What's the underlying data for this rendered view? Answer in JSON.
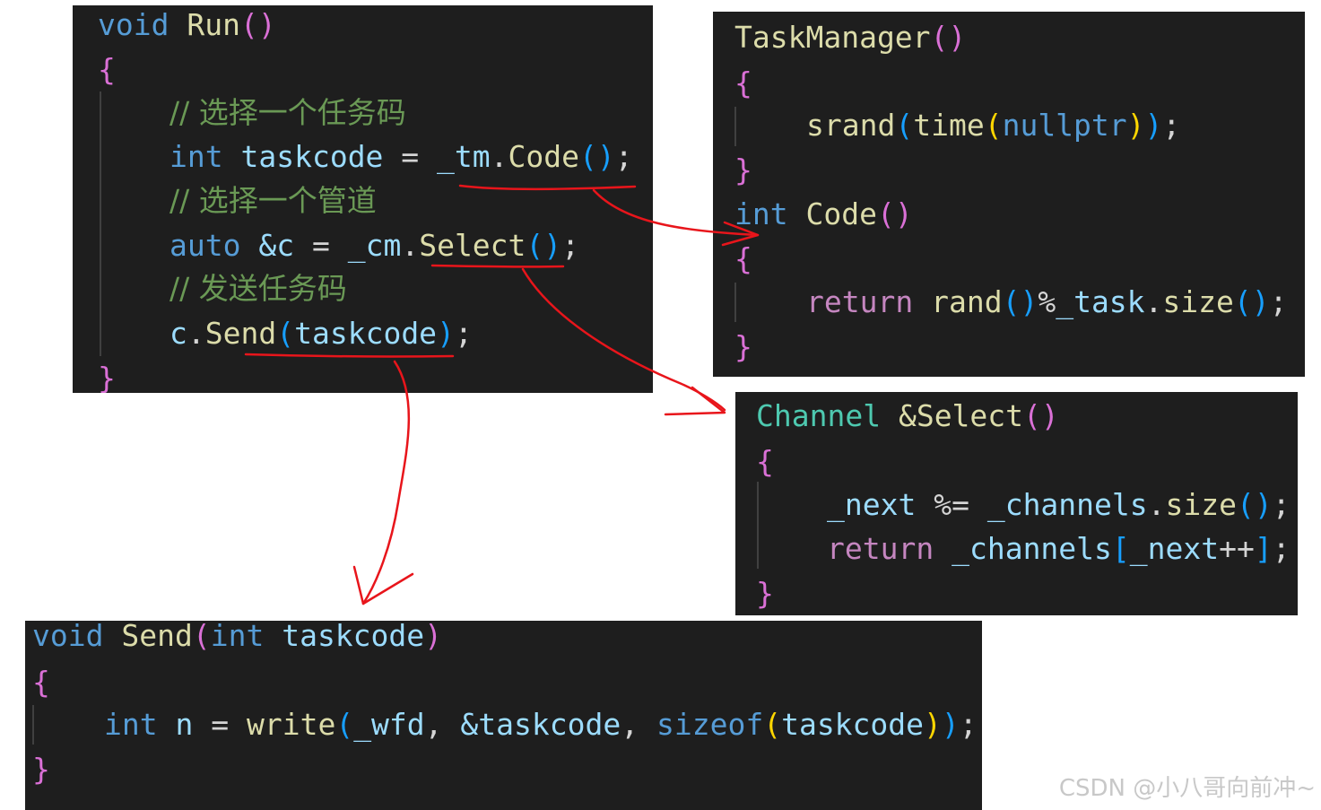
{
  "panels": {
    "run": {
      "l1": {
        "kw": "void",
        "fn": "Run",
        "open": "(",
        "close": ")"
      },
      "l2": {
        "brace": "{"
      },
      "l3": {
        "comment": "// 选择一个任务码"
      },
      "l4": {
        "kw": "int",
        "var": "taskcode",
        "op": " = ",
        "obj": "_tm",
        "dot": ".",
        "fn": "Code",
        "open": "(",
        "close": ")",
        "semi": ";"
      },
      "l5": {
        "comment": "// 选择一个管道"
      },
      "l6": {
        "kw": "auto",
        "ref": "&c",
        "op": " = ",
        "obj": "_cm",
        "dot": ".",
        "fn": "Select",
        "open": "(",
        "close": ")",
        "semi": ";"
      },
      "l7": {
        "comment": "// 发送任务码"
      },
      "l8": {
        "obj": "c",
        "dot": ".",
        "fn": "Send",
        "open": "(",
        "arg": "taskcode",
        "close": ")",
        "semi": ";"
      },
      "l9": {
        "brace": "}"
      }
    },
    "taskmanager": {
      "l1": {
        "fn": "TaskManager",
        "open": "(",
        "close": ")"
      },
      "l2": {
        "brace": "{"
      },
      "l3": {
        "fn1": "srand",
        "open1": "(",
        "fn2": "time",
        "open2": "(",
        "kw": "nullptr",
        "close2": ")",
        "close1": ")",
        "semi": ";"
      },
      "l4": {
        "brace": "}"
      },
      "l5": {
        "kw": "int",
        "fn": "Code",
        "open": "(",
        "close": ")"
      },
      "l6": {
        "brace": "{"
      },
      "l7": {
        "ctl": "return",
        "fn": "rand",
        "open": "(",
        "close": ")",
        "op": "%",
        "obj": "_task",
        "dot": ".",
        "fn2": "size",
        "open2": "(",
        "close2": ")",
        "semi": ";"
      },
      "l8": {
        "brace": "}"
      }
    },
    "select": {
      "l1": {
        "type": "Channel",
        "fn": "&Select",
        "open": "(",
        "close": ")"
      },
      "l2": {
        "brace": "{"
      },
      "l3": {
        "var": "_next",
        "op": " %= ",
        "obj": "_channels",
        "dot": ".",
        "fn": "size",
        "open": "(",
        "close": ")",
        "semi": ";"
      },
      "l4": {
        "ctl": "return",
        "obj": "_channels",
        "open": "[",
        "var": "_next",
        "op": "++",
        "close": "]",
        "semi": ";"
      },
      "l5": {
        "brace": "}"
      }
    },
    "send": {
      "l1": {
        "kw": "void",
        "fn": "Send",
        "open": "(",
        "kw2": "int",
        "var": "taskcode",
        "close": ")"
      },
      "l2": {
        "brace": "{"
      },
      "l3": {
        "kw": "int",
        "var": "n",
        "op": " = ",
        "fn": "write",
        "open": "(",
        "arg1": "_wfd",
        "comma1": ", ",
        "arg2": "&taskcode",
        "comma2": ", ",
        "kw2": "sizeof",
        "open2": "(",
        "arg3": "taskcode",
        "close2": ")",
        "close": ")",
        "semi": ";"
      },
      "l4": {
        "brace": "}"
      }
    }
  },
  "watermark": "CSDN @小八哥向前冲~",
  "colors": {
    "background": "#1e1e1e",
    "annotation": "#e8151b"
  }
}
